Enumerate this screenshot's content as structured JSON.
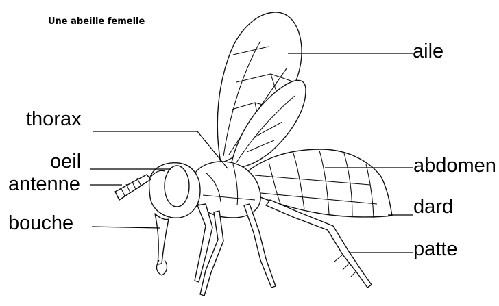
{
  "title": "Une abeille femelle",
  "labels": {
    "aile": "aile",
    "thorax": "thorax",
    "oeil": "oeil",
    "antenne": "antenne",
    "bouche": "bouche",
    "abdomen": "abdomen",
    "dard": "dard",
    "patte": "patte"
  }
}
